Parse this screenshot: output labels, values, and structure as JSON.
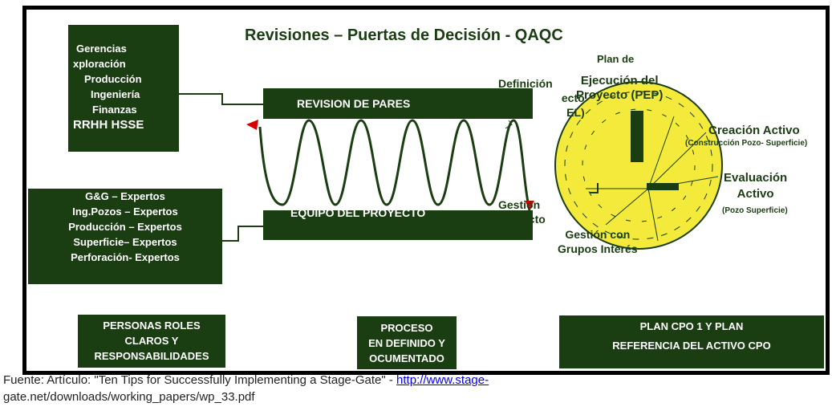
{
  "title": "Revisiones – Puertas  de Decisión - QAQC",
  "groups_box": {
    "lines": [
      "Gerencias",
      "xploración",
      "Producción",
      "Ingeniería",
      "Finanzas",
      "RRHH HSSE"
    ]
  },
  "experts_box": {
    "lines": [
      "G&G – Expertos",
      "Ing.Pozos  – Expertos",
      "Producción  – Expertos",
      "Superficie– Expertos",
      "Perforación-  Expertos"
    ]
  },
  "bars": {
    "revision": "REVISION  DE PARES",
    "equipo": "EQUIPO  DEL  PROYECTO"
  },
  "side_labels": {
    "definicion": [
      "Definición",
      "ecto",
      "EL)"
    ],
    "gestion": [
      "Gestión",
      "ecto"
    ]
  },
  "wheel": {
    "plan_de": "Plan de",
    "pep": [
      "Ejecución del",
      "Proyecto (PEP)"
    ],
    "creacion": "Creación Activo",
    "creacion_sub": "(Construcción Pozo- Superficie)",
    "evaluacion": [
      "Evaluación",
      "Activo"
    ],
    "evaluacion_sub": "(Pozo Superficie)",
    "gestion_grupos": [
      "Gestión con",
      "Grupos Interés"
    ]
  },
  "bottom_boxes": {
    "personas": [
      "PERSONAS  ROLES",
      "CLAROS  Y",
      "RESPONSABILIDADES"
    ],
    "proceso": [
      "PROCESO",
      "EN DEFINIDO  Y",
      "OCUMENTADO"
    ],
    "plan": [
      "PLAN CPO 1 Y PLAN",
      "REFERENCIA  DEL ACTIVO CPO"
    ]
  },
  "source": {
    "prefix": "Fuente: Artículo: \"Ten Tips for Successfully Implementing a Stage-Gate\" -  ",
    "link": "http://www.stage-",
    "line2": "gate.net/downloads/working_papers/wp_33.pdf"
  },
  "colors": {
    "box_green": "#1a3d12",
    "wheel_yellow": "#f4ea3c",
    "arrow_red": "#d80000",
    "link_blue": "#0000ee"
  }
}
